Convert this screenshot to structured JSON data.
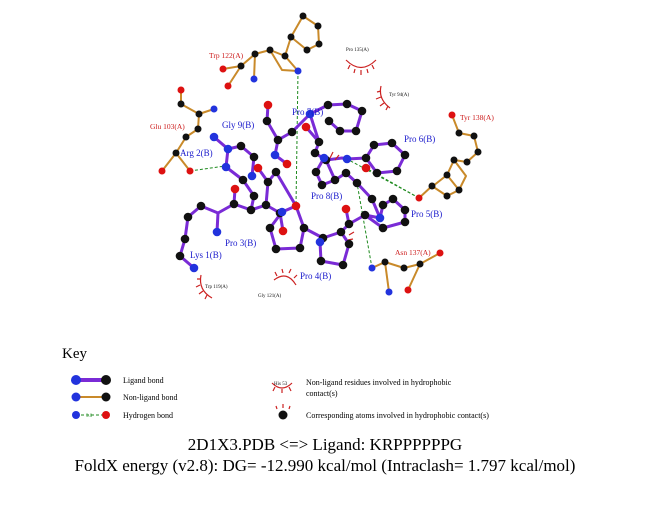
{
  "colors": {
    "ligand_bond": "#7a2bd6",
    "nonligand_bond": "#c98a2a",
    "hbond": "#1f8a1f",
    "carbon": "#111111",
    "nitrogen": "#2233dd",
    "oxygen": "#dd1111",
    "hydrophobic": "#cc2222",
    "ligand_label": "#1a1acc",
    "other_label": "#cc1a1a"
  },
  "ligand_residues": [
    {
      "name": "Lys",
      "label": "Lys 1(B)"
    },
    {
      "name": "Arg",
      "label": "Arg 2(B)"
    },
    {
      "name": "Pro3",
      "label": "Pro 3(B)"
    },
    {
      "name": "Pro4",
      "label": "Pro 4(B)"
    },
    {
      "name": "Pro5",
      "label": "Pro 5(B)"
    },
    {
      "name": "Pro6",
      "label": "Pro 6(B)"
    },
    {
      "name": "Pro7",
      "label": "Pro 7(B)"
    },
    {
      "name": "Pro8",
      "label": "Pro 8(B)"
    },
    {
      "name": "Gly9",
      "label": "Gly 9(B)"
    }
  ],
  "hbond_residues": [
    {
      "name": "Trp122",
      "label": "Trp 122(A)"
    },
    {
      "name": "Glu103",
      "label": "Glu 103(A)"
    },
    {
      "name": "Tyr138",
      "label": "Tyr 138(A)"
    },
    {
      "name": "Asn137",
      "label": "Asn 137(A)"
    }
  ],
  "hydrophobic_residues": [
    {
      "name": "Pro135",
      "label": "Pro 135(A)"
    },
    {
      "name": "Tyr94",
      "label": "Tyr 94(A)"
    },
    {
      "name": "Trp119",
      "label": "Trp 119(A)"
    },
    {
      "name": "Gly121",
      "label": "Gly 121(A)"
    }
  ],
  "key": {
    "title": "Key",
    "ligand_bond": "Ligand bond",
    "nonligand_bond": "Non-ligand bond",
    "hydrogen_bond": "Hydrogen bond",
    "hbond_length": "3.0",
    "hydrophobic_example": "His 53",
    "hydrophobic_residues_line1": "Non-ligand residues involved in hydrophobic",
    "hydrophobic_residues_line2": "contact(s)",
    "hydrophobic_atoms": "Corresponding atoms involved in hydrophobic contact(s)"
  },
  "caption": {
    "line1": "2D1X3.PDB <=> Ligand: KRPPPPPPG",
    "line2": "FoldX energy (v2.8): DG= -12.990 kcal/mol (Intraclash= 1.797 kcal/mol)"
  }
}
